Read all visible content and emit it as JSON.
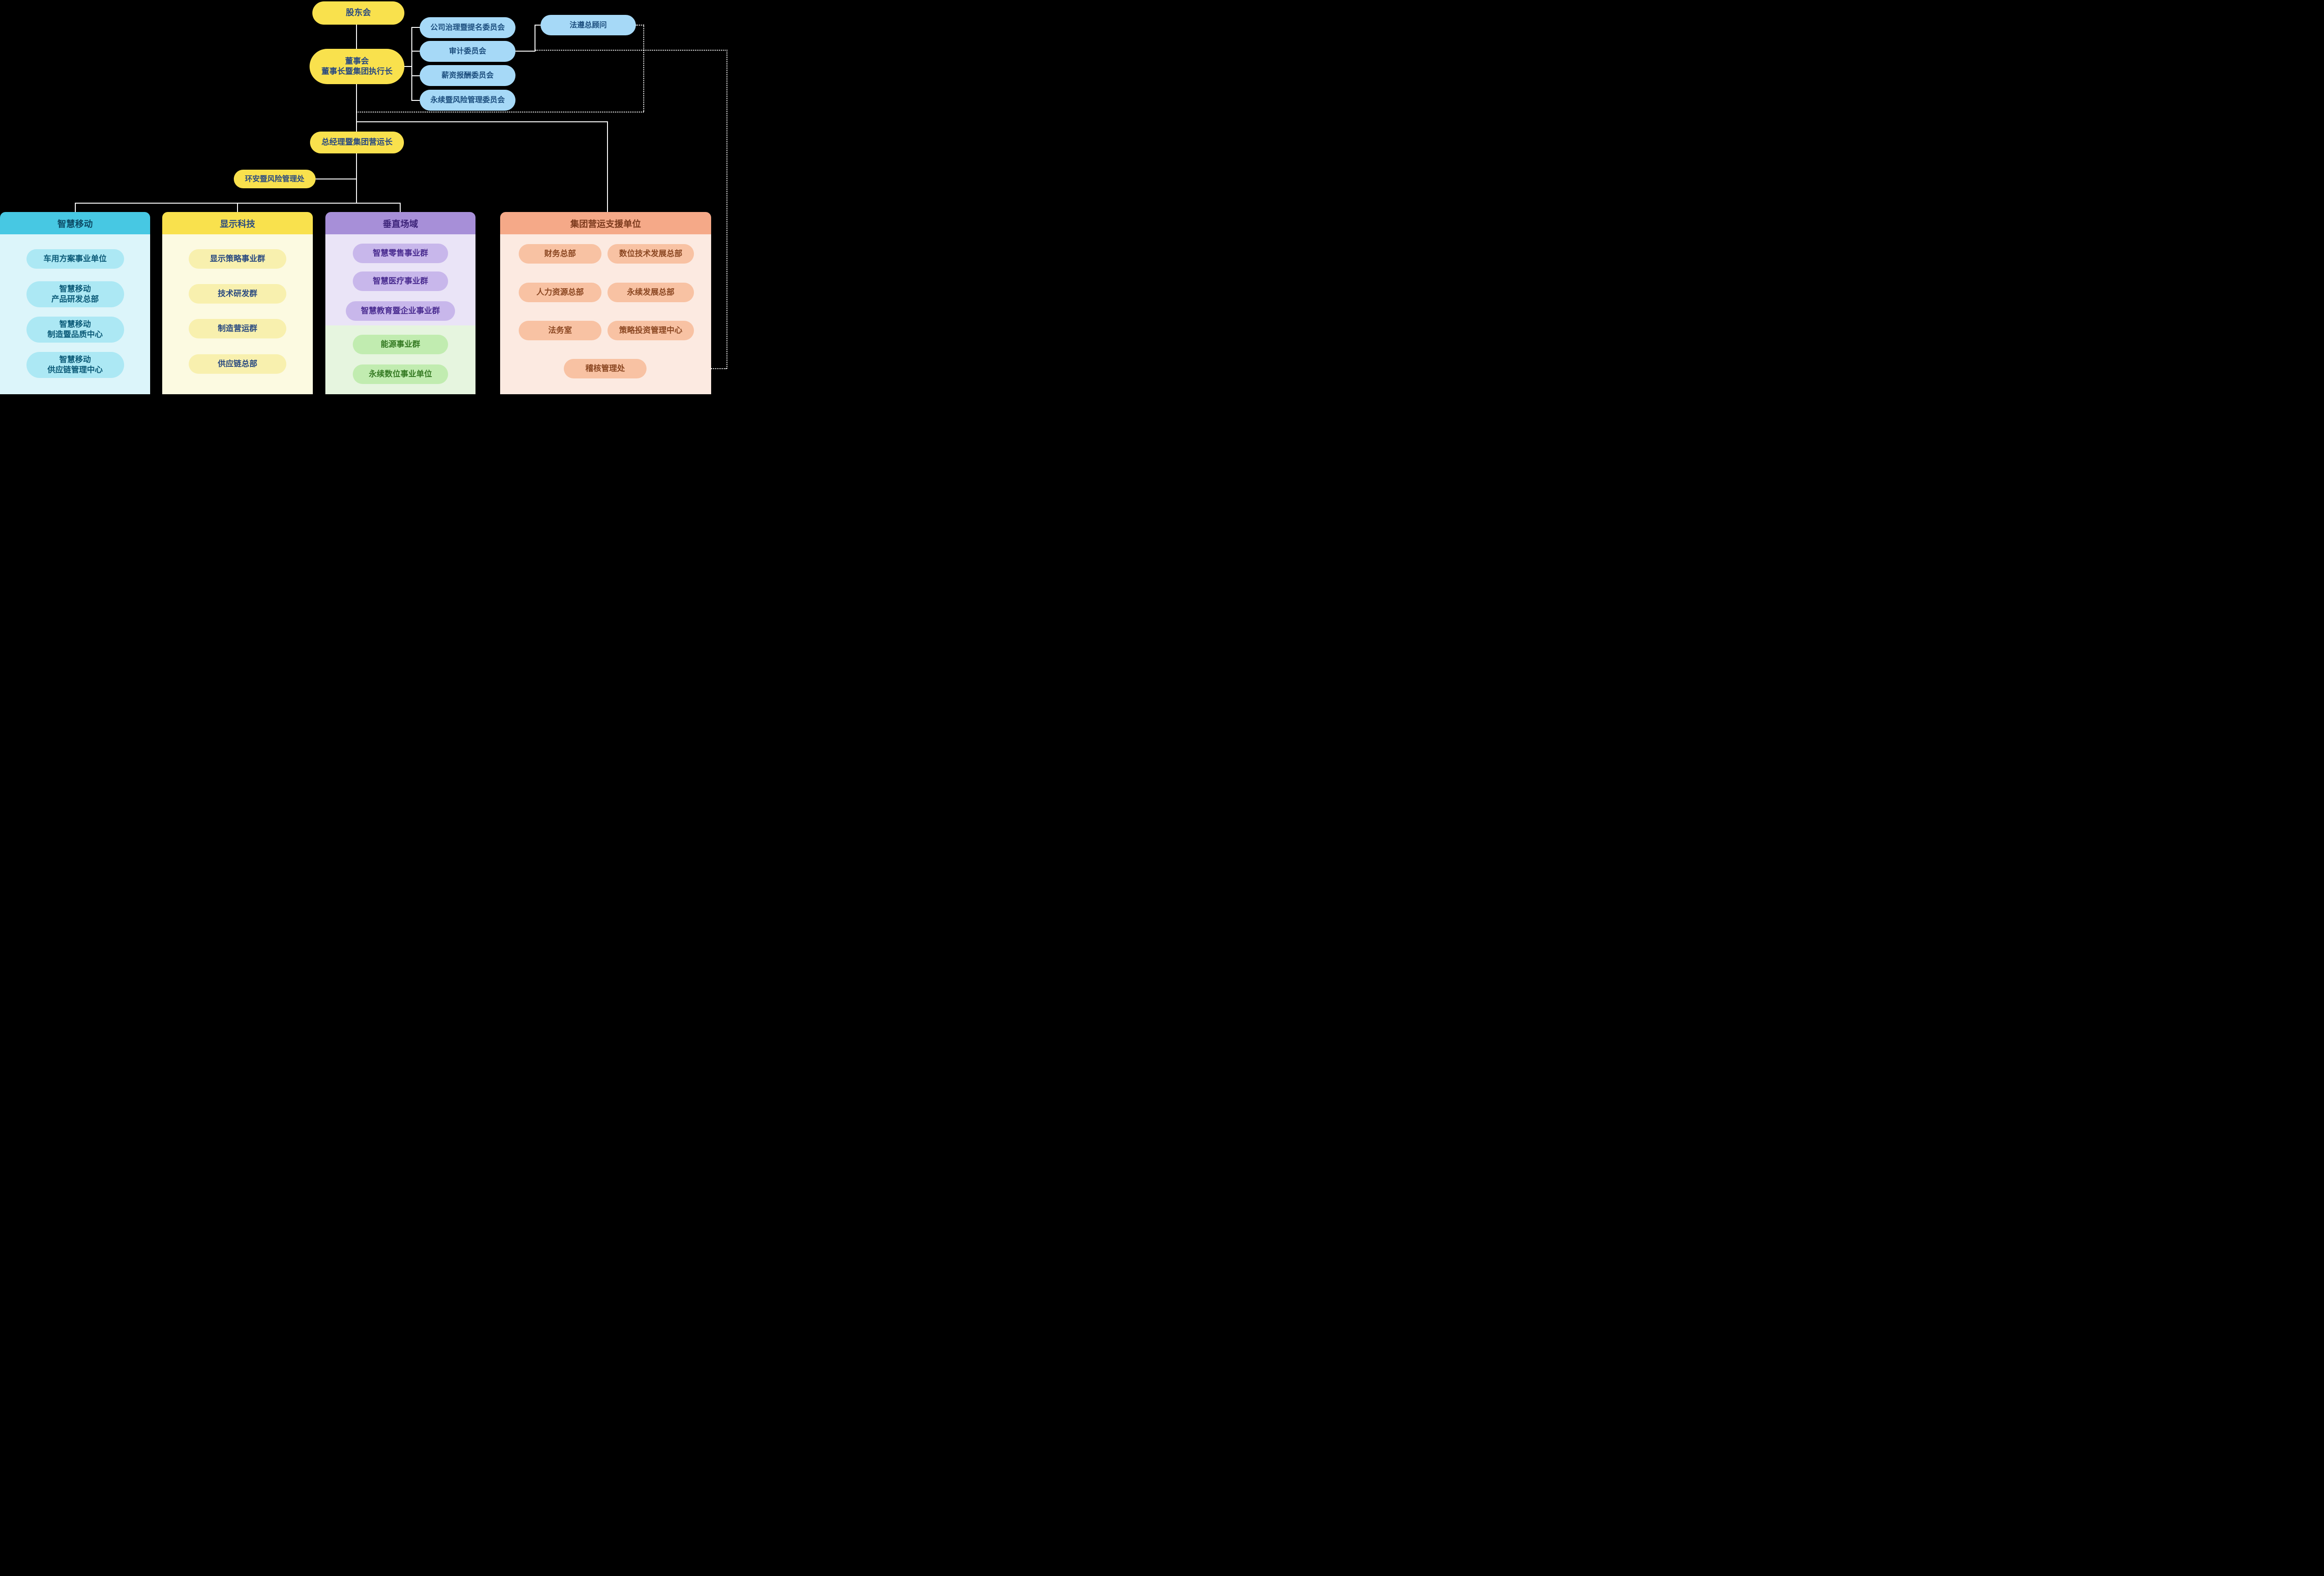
{
  "palette": {
    "background": "#000000",
    "line": "#FFFFFF",
    "yellow_node": "#F9E14D",
    "yellow_text": "#2A4A80",
    "blue_node": "#A6D9F7",
    "blue_text": "#1C4E7E",
    "mobility_header": "#47C8E3",
    "mobility_body": "#DCF5FA",
    "mobility_pill": "#ACE8F4",
    "mobility_text": "#0C5B78",
    "display_header": "#F9E14D",
    "display_body": "#FCFAE1",
    "display_pill": "#F8F0AE",
    "display_text": "#2A4A80",
    "vertical_header": "#A78FD8",
    "vertical_body": "#EAE4F7",
    "vertical_pill": "#C8B7EB",
    "vertical_text": "#4B2D91",
    "energy_body": "#E6F5DF",
    "energy_pill": "#C1ECB0",
    "energy_text": "#357A23",
    "support_header": "#F5A988",
    "support_body": "#FCEAE1",
    "support_pill": "#F8C2A3",
    "support_text": "#8B4722"
  },
  "org": {
    "shareholders": "股东会",
    "board": "董事会\n董事长暨集团执行长",
    "committees": [
      "公司治理暨提名委员会",
      "审计委员会",
      "薪资报酬委员会",
      "永续暨风险管理委员会"
    ],
    "compliance": "法遵总顾问",
    "coo": "总经理暨集团营运长",
    "ehs": "环安暨风险管理处"
  },
  "groups": {
    "mobility": {
      "title": "智慧移动",
      "items": [
        "车用方案事业单位",
        "智慧移动\n产品研发总部",
        "智慧移动\n制造暨品质中心",
        "智慧移动\n供应链管理中心"
      ]
    },
    "display": {
      "title": "显示科技",
      "items": [
        "显示策略事业群",
        "技术研发群",
        "制造营运群",
        "供应链总部"
      ]
    },
    "vertical": {
      "title": "垂直场域",
      "items": [
        "智慧零售事业群",
        "智慧医疗事业群",
        "智慧教育暨企业事业群"
      ],
      "energy_items": [
        "能源事业群",
        "永续数位事业单位"
      ]
    },
    "support": {
      "title": "集团营运支援单位",
      "items": [
        "财务总部",
        "数位技术发展总部",
        "人力资源总部",
        "永续发展总部",
        "法务室",
        "策略投资管理中心"
      ],
      "bottom": "稽核管理处"
    }
  }
}
